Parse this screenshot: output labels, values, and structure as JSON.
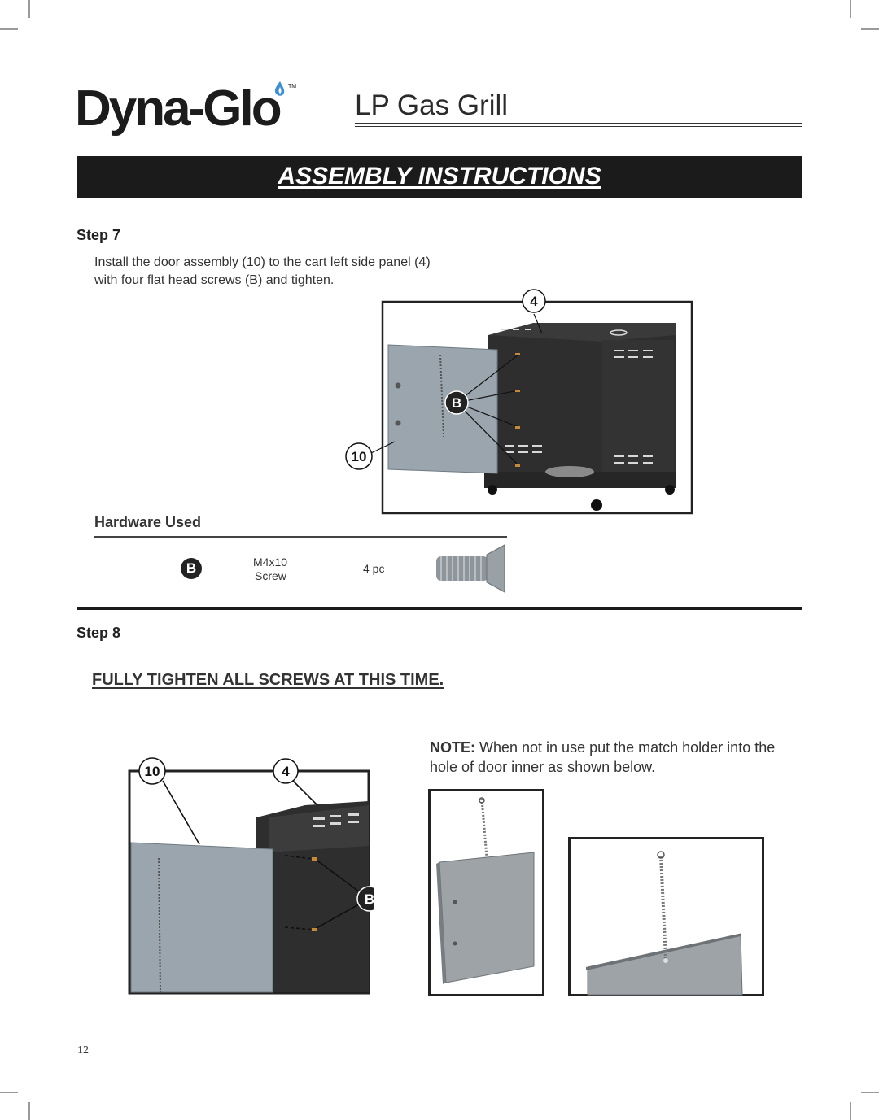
{
  "brand": {
    "name": "Dyna-Glo",
    "trademark": "TM"
  },
  "document": {
    "title": "LP Gas Grill",
    "page_number": "12"
  },
  "banner": {
    "text": "ASSEMBLY INSTRUCTIONS"
  },
  "step7": {
    "heading": "Step 7",
    "instruction_line1": "Install the door assembly (10) to  the cart left side panel (4)",
    "instruction_line2": "with four flat head screws (B) and tighten.",
    "callouts": {
      "panel": "4",
      "screw": "B",
      "door": "10"
    }
  },
  "hardware": {
    "title": "Hardware Used",
    "items": [
      {
        "letter": "B",
        "size": "M4x10",
        "name": "Screw",
        "quantity": "4 pc"
      }
    ]
  },
  "step8": {
    "heading": "Step 8",
    "instruction": "FULLY TIGHTEN ALL SCREWS AT THIS TIME.",
    "callouts": {
      "door": "10",
      "panel": "4",
      "screw": "B"
    },
    "note_label": "NOTE:",
    "note_text": " When not in use put the match holder into the hole of door inner as shown below."
  },
  "colors": {
    "banner": "#1b1b1b",
    "door_panel": "#9aa5ad",
    "cart_body": "#2e2e2e",
    "flame": "#3a8fd6"
  },
  "icons": [
    "flame-icon",
    "screw-icon"
  ]
}
